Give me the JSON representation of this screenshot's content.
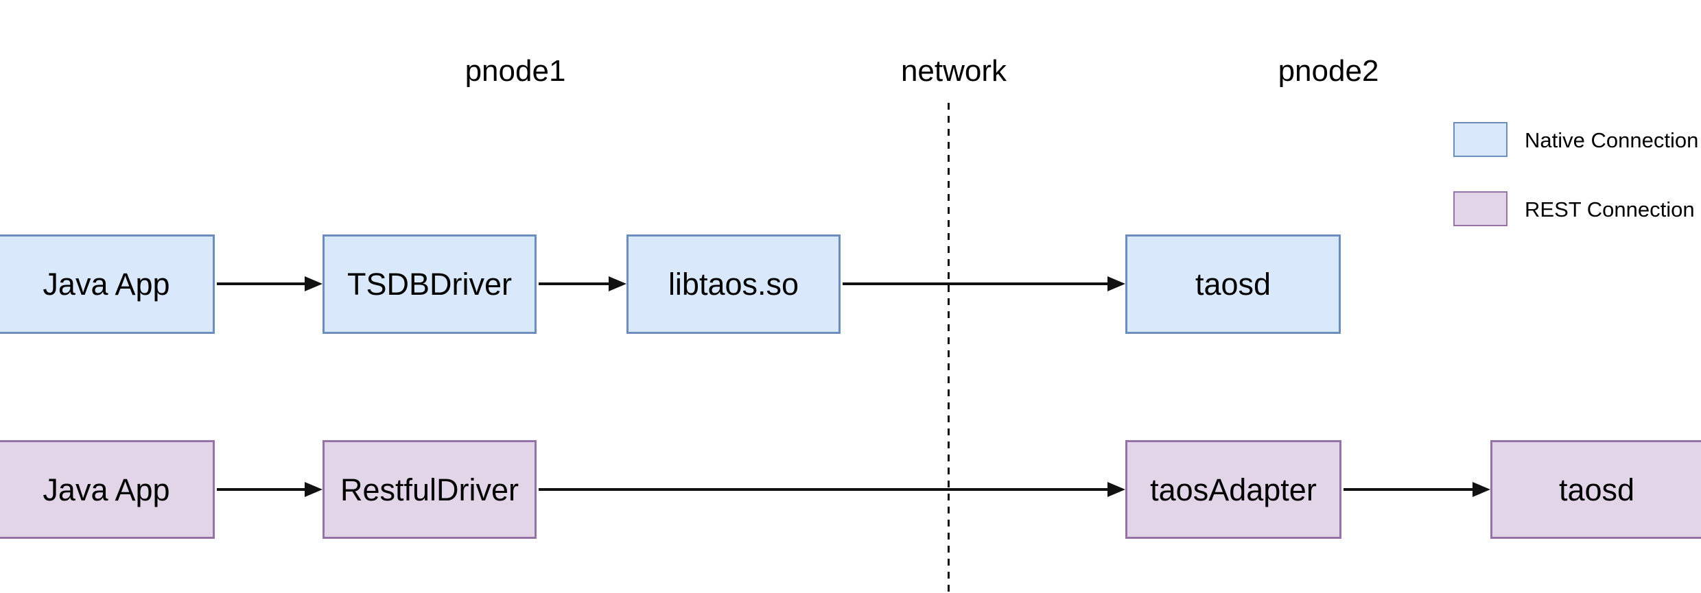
{
  "page": {
    "background": "#ffffff",
    "description": "TDengine Java connector architecture diagram"
  },
  "headers": {
    "pnode1": "pnode1",
    "network": "network",
    "pnode2": "pnode2"
  },
  "legend": {
    "items": [
      {
        "label": "Native Connection",
        "fill": "#dae8fc",
        "border": "#6c8ebf"
      },
      {
        "label": "REST Connection",
        "fill": "#e1d5e7",
        "border": "#9673a6"
      }
    ]
  },
  "diagram": {
    "colors": {
      "native_fill": "#dae8fc",
      "native_border": "#6c8ebf",
      "rest_fill": "#e1d5e7",
      "rest_border": "#9673a6",
      "line": "#000000"
    },
    "native_flow": {
      "connection_type": "Native Connection",
      "nodes": [
        {
          "label": "Java App",
          "zone": "pnode1"
        },
        {
          "label": "TSDBDriver",
          "zone": "pnode1"
        },
        {
          "label": "libtaos.so",
          "zone": "pnode1"
        },
        {
          "label": "taosd",
          "zone": "pnode2"
        }
      ],
      "edges": [
        {
          "from": "Java App",
          "to": "TSDBDriver"
        },
        {
          "from": "TSDBDriver",
          "to": "libtaos.so"
        },
        {
          "from": "libtaos.so",
          "to": "taosd",
          "crosses": "network"
        }
      ]
    },
    "rest_flow": {
      "connection_type": "REST Connection",
      "nodes": [
        {
          "label": "Java App",
          "zone": "pnode1"
        },
        {
          "label": "RestfulDriver",
          "zone": "pnode1"
        },
        {
          "label": "taosAdapter",
          "zone": "pnode2"
        },
        {
          "label": "taosd",
          "zone": "pnode2"
        }
      ],
      "edges": [
        {
          "from": "Java App",
          "to": "RestfulDriver"
        },
        {
          "from": "RestfulDriver",
          "to": "taosAdapter",
          "crosses": "network"
        },
        {
          "from": "taosAdapter",
          "to": "taosd"
        }
      ]
    }
  }
}
